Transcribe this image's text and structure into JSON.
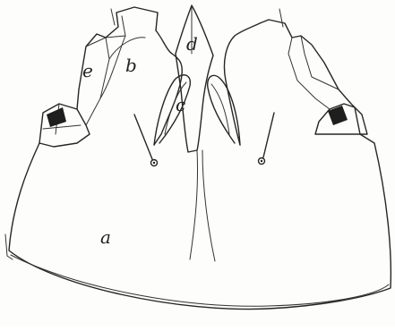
{
  "figure": {
    "part_labels": [
      "a",
      "b",
      "c",
      "d",
      "e"
    ]
  },
  "colors": {
    "ink": "#262626",
    "paper": "#fdfdfb"
  }
}
